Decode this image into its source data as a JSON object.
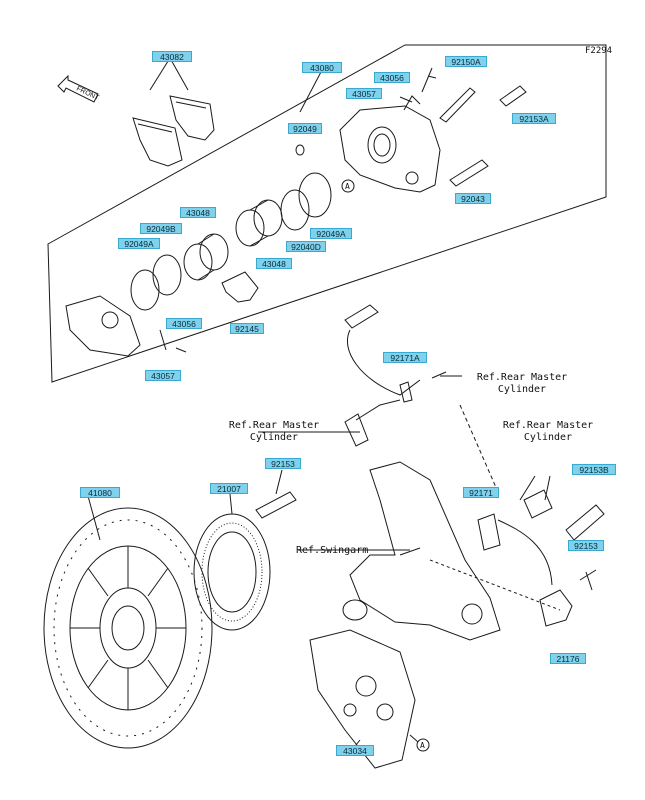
{
  "figure_id": "F2294",
  "front_label": "FRONT",
  "callout_A": "A",
  "refs": {
    "rear_master_cylinder_1": {
      "l1": "Ref.Rear Master",
      "l2": "Cylinder"
    },
    "rear_master_cylinder_2": {
      "l1": "Ref.Rear Master",
      "l2": "Cylinder"
    },
    "rear_master_cylinder_3": {
      "l1": "Ref.Rear Master",
      "l2": "Cylinder"
    },
    "swingarm": "Ref.Swingarm"
  },
  "part_numbers": {
    "p43082": "43082",
    "p43080": "43080",
    "p43056a": "43056",
    "p92150a": "92150A",
    "p43057a": "43057",
    "p92153a": "92153A",
    "p92049": "92049",
    "p92043": "92043",
    "p43048a": "43048",
    "p92049b": "92049B",
    "p92049a": "92049A",
    "p92049a2": "92049A",
    "p92040d": "92040D",
    "p43048b": "43048",
    "p43056b": "43056",
    "p92145": "92145",
    "p43057b": "43057",
    "p92171a": "92171A",
    "p92153": "92153",
    "p41080": "41080",
    "p21007": "21007",
    "p92153b": "92153B",
    "p92171": "92171",
    "p92153c": "92153",
    "p21176": "21176",
    "p43034": "43034"
  },
  "colors": {
    "tag_fill": "#7fd1ec",
    "tag_border": "#3aa9cf",
    "line": "#1a1a1a"
  }
}
